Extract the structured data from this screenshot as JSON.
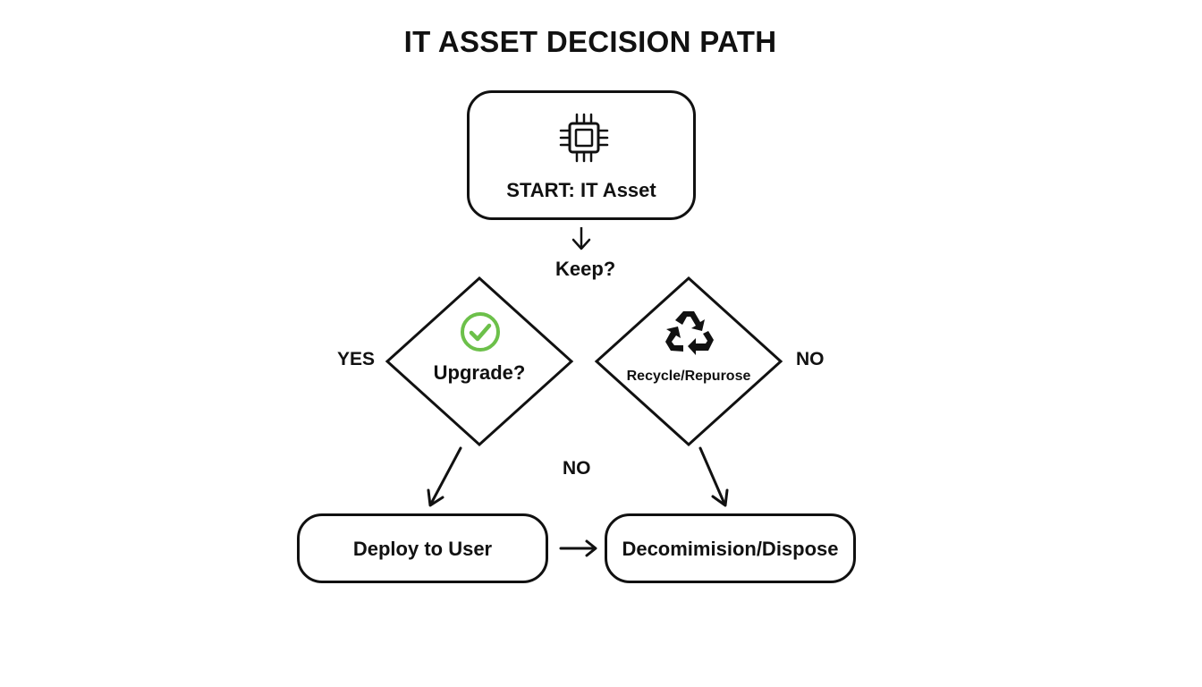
{
  "diagram": {
    "title": "IT ASSET DECISION PATH",
    "start": {
      "label": "START: IT Asset",
      "icon": "cpu-chip-icon"
    },
    "keep_question": "Keep?",
    "upgrade": {
      "label": "Upgrade?",
      "icon": "check-circle-icon",
      "icon_color": "#6cc04a"
    },
    "recycle": {
      "label": "Recycle/Repurose",
      "icon": "recycle-icon"
    },
    "yes_label": "YES",
    "no_right_label": "NO",
    "no_middle_label": "NO",
    "deploy": {
      "label": "Deploy to User"
    },
    "dispose": {
      "label": "Decomimision/Dispose"
    },
    "colors": {
      "stroke": "#111111",
      "background": "#ffffff",
      "accent": "#6cc04a"
    }
  }
}
